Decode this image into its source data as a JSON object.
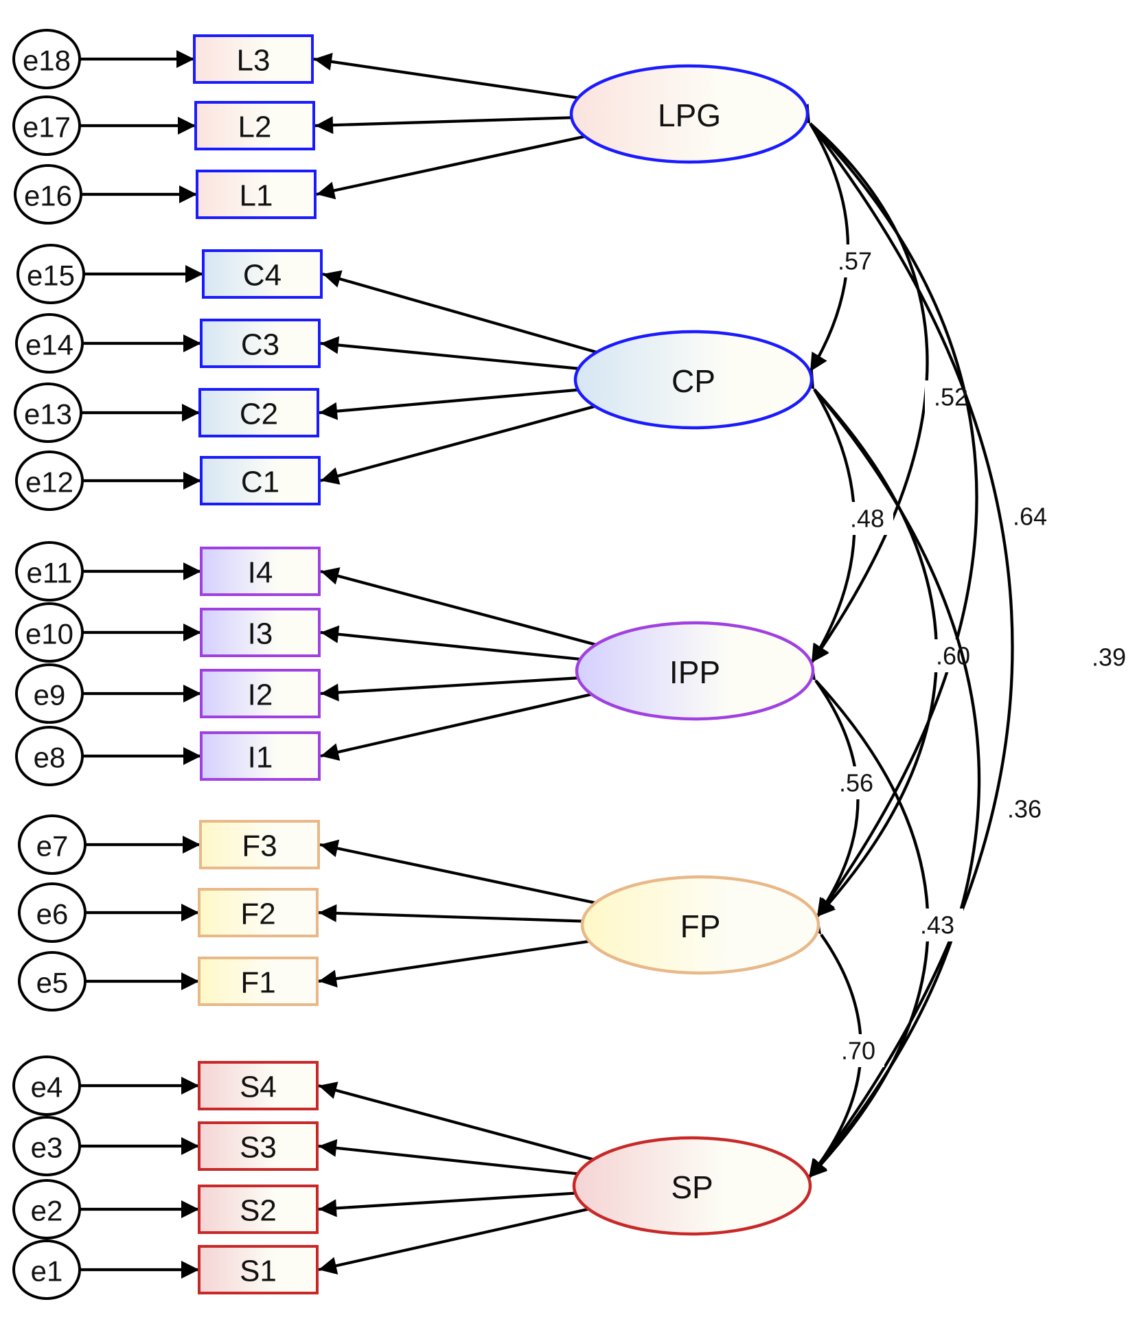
{
  "colors": {
    "LPG": {
      "stroke": "#1a1aff",
      "fill": "#fbe3df"
    },
    "CP": {
      "stroke": "#1a1aff",
      "fill": "#d6e6f4"
    },
    "IPP": {
      "stroke": "#a040e0",
      "fill": "#d4d0ff"
    },
    "FP": {
      "stroke": "#e8b888",
      "fill": "#fff8c8"
    },
    "SP": {
      "stroke": "#c82828",
      "fill": "#f4d4d4"
    }
  },
  "errors": [
    "e18",
    "e17",
    "e16",
    "e15",
    "e14",
    "e13",
    "e12",
    "e11",
    "e10",
    "e9",
    "e8",
    "e7",
    "e6",
    "e5",
    "e4",
    "e3",
    "e2",
    "e1"
  ],
  "indicators": [
    {
      "label": "L3",
      "factor": "LPG"
    },
    {
      "label": "L2",
      "factor": "LPG"
    },
    {
      "label": "L1",
      "factor": "LPG"
    },
    {
      "label": "C4",
      "factor": "CP"
    },
    {
      "label": "C3",
      "factor": "CP"
    },
    {
      "label": "C2",
      "factor": "CP"
    },
    {
      "label": "C1",
      "factor": "CP"
    },
    {
      "label": "I4",
      "factor": "IPP"
    },
    {
      "label": "I3",
      "factor": "IPP"
    },
    {
      "label": "I2",
      "factor": "IPP"
    },
    {
      "label": "I1",
      "factor": "IPP"
    },
    {
      "label": "F3",
      "factor": "FP"
    },
    {
      "label": "F2",
      "factor": "FP"
    },
    {
      "label": "F1",
      "factor": "FP"
    },
    {
      "label": "S4",
      "factor": "SP"
    },
    {
      "label": "S3",
      "factor": "SP"
    },
    {
      "label": "S2",
      "factor": "SP"
    },
    {
      "label": "S1",
      "factor": "SP"
    }
  ],
  "latents": [
    "LPG",
    "CP",
    "IPP",
    "FP",
    "SP"
  ],
  "covariances": [
    {
      "from": "LPG",
      "to": "CP",
      "value": ".57"
    },
    {
      "from": "LPG",
      "to": "IPP",
      "value": ".52"
    },
    {
      "from": "LPG",
      "to": "FP",
      "value": ".64"
    },
    {
      "from": "LPG",
      "to": "SP",
      "value": ".39"
    },
    {
      "from": "CP",
      "to": "IPP",
      "value": ".48"
    },
    {
      "from": "CP",
      "to": "FP",
      "value": ".60"
    },
    {
      "from": "CP",
      "to": "SP",
      "value": ".36"
    },
    {
      "from": "IPP",
      "to": "FP",
      "value": ".56"
    },
    {
      "from": "IPP",
      "to": "SP",
      "value": ".43"
    },
    {
      "from": "FP",
      "to": "SP",
      "value": ".70"
    }
  ]
}
